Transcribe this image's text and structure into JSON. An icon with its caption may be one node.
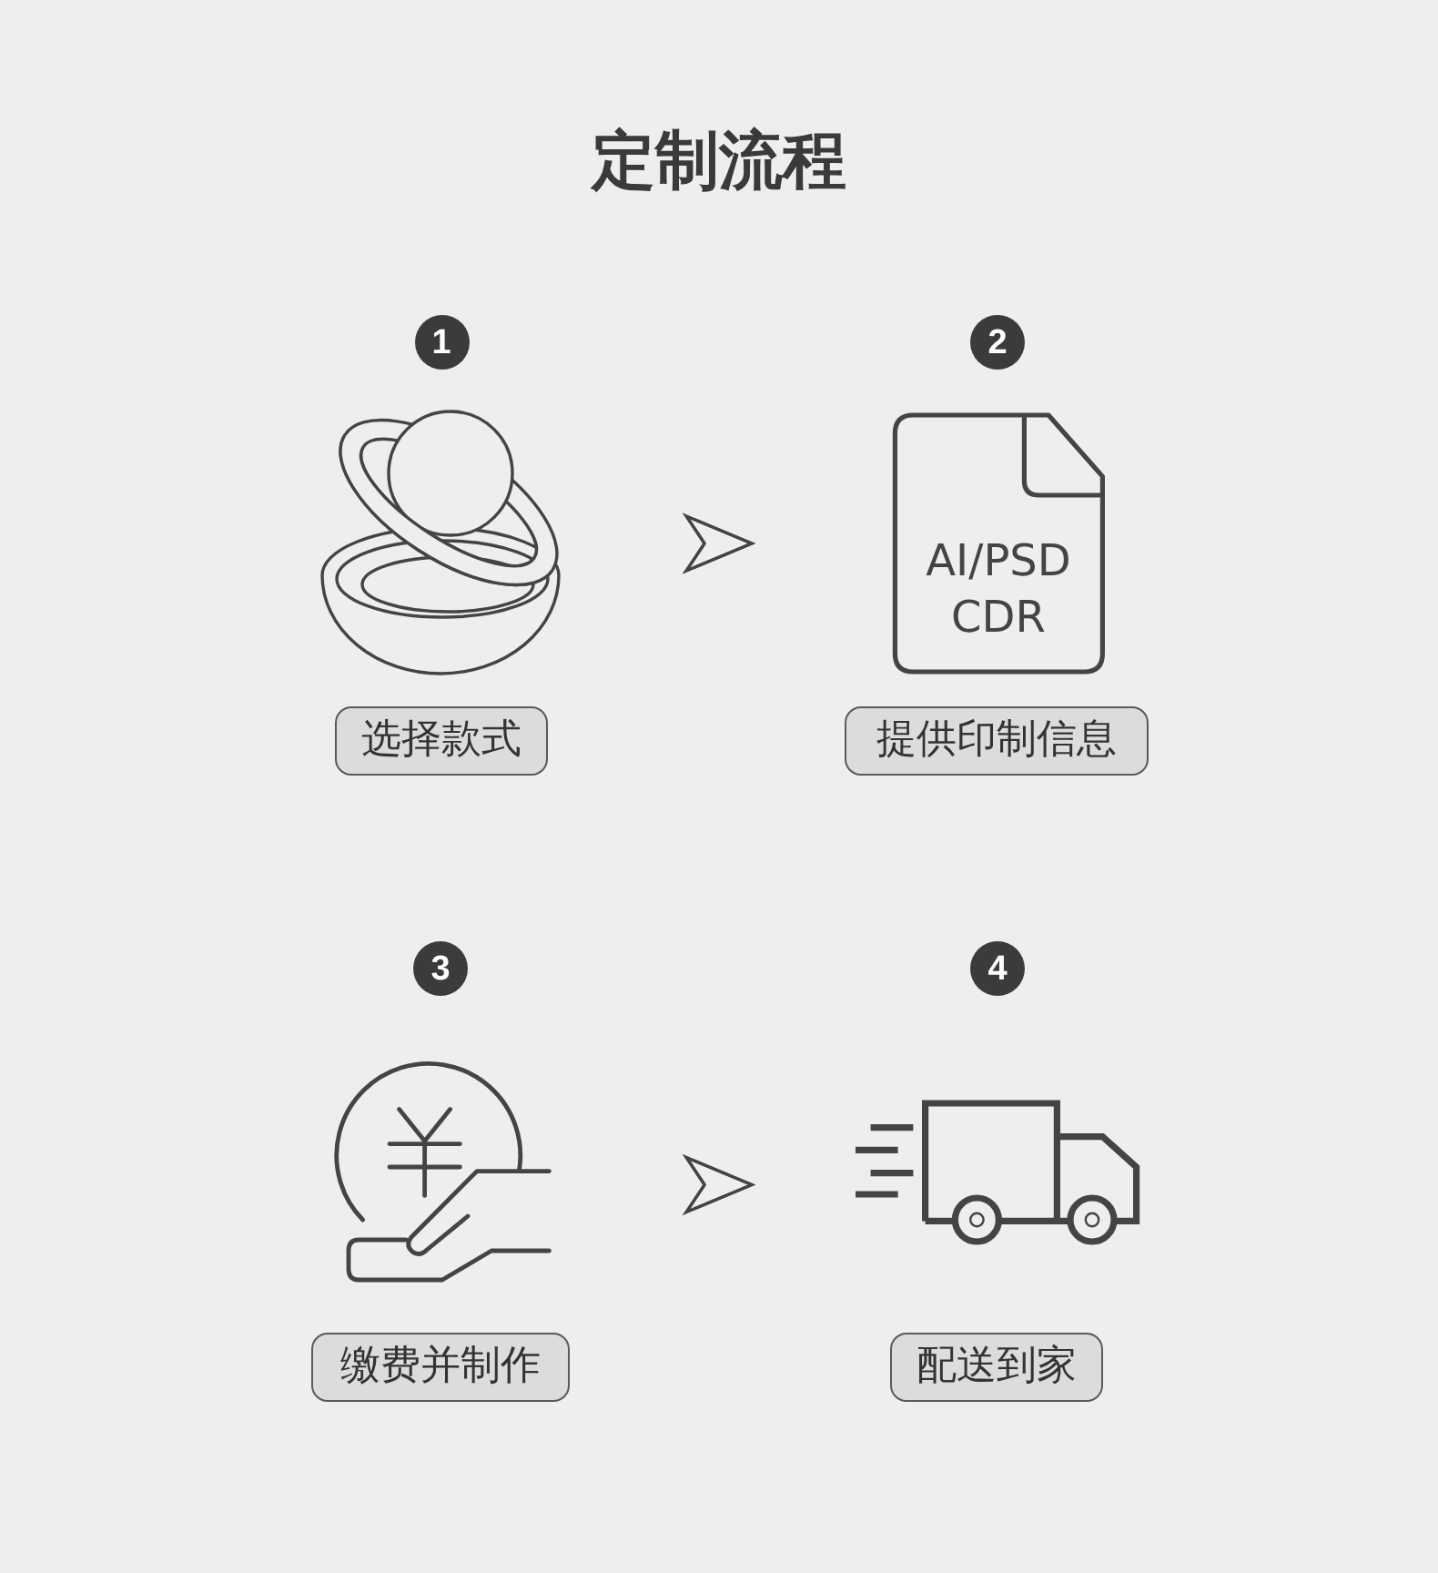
{
  "diagram": {
    "title": "定制流程",
    "nodes": [
      {
        "text": [
          "1"
        ]
      },
      {
        "text": [
          "2"
        ]
      },
      {
        "text": [],
        "shape": "picture"
      },
      {
        "text": [
          "AI/PSD CDR"
        ]
      },
      {
        "text": [
          "选择款式"
        ]
      },
      {
        "text": [
          "提供印制信息"
        ]
      },
      {
        "text": [
          "3"
        ]
      },
      {
        "text": [
          "4"
        ]
      },
      {
        "text": [],
        "shape": "picture"
      },
      {
        "text": [],
        "shape": "picture"
      },
      {
        "text": [
          "缴费并制作"
        ]
      },
      {
        "text": [
          "配送到家"
        ]
      }
    ],
    "edges": [
      {
        "from": 2,
        "to": 3,
        "arrow": "to"
      },
      {
        "from": 8,
        "to": 9,
        "arrow": "to"
      }
    ]
  }
}
